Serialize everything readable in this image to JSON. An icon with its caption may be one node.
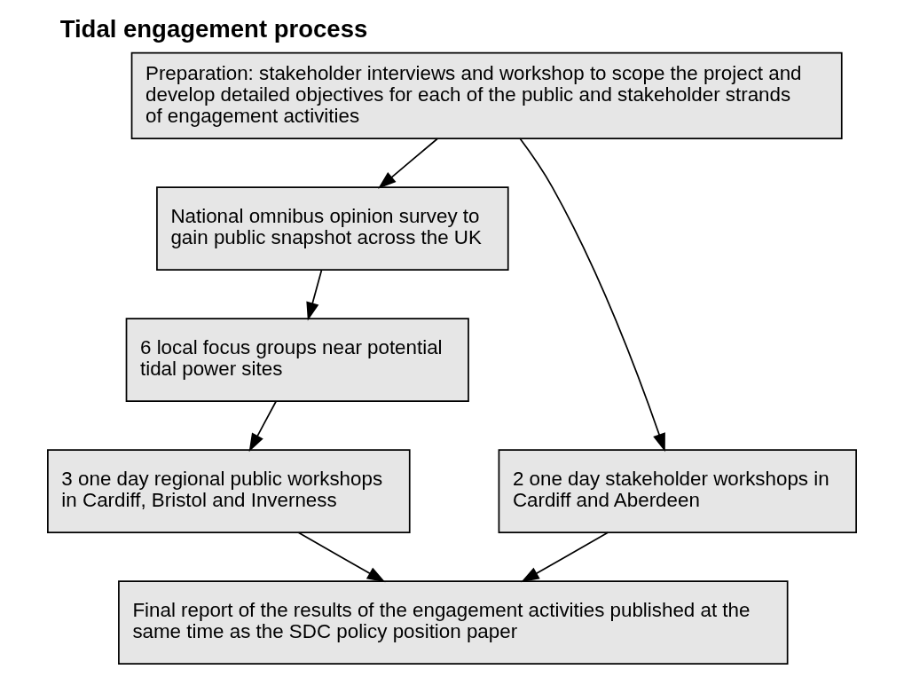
{
  "diagram": {
    "title": "Tidal engagement process",
    "nodes": [
      {
        "text": [
          "Preparation: stakeholder interviews and workshop to scope the project and develop detailed objectives for each of the public and stakeholder strands of engagement activities"
        ]
      },
      {
        "text": [
          "National omnibus opinion survey to gain public snapshot across the UK"
        ]
      },
      {
        "text": [
          "6 local focus groups near potential tidal power sites"
        ]
      },
      {
        "text": [
          "3 one day regional public workshops in Cardiff, Bristol and Inverness"
        ]
      },
      {
        "text": [
          "2 one day stakeholder workshops in Cardiff and Aberdeen"
        ]
      },
      {
        "text": [
          "Final report of the results of the engagement activities published at the same time as the SDC policy position paper"
        ]
      }
    ],
    "edges": [
      {
        "from": 0,
        "to": 1,
        "arrow": "to"
      },
      {
        "from": 1,
        "to": 2,
        "arrow": "to"
      },
      {
        "from": 2,
        "to": 3,
        "arrow": "to"
      },
      {
        "from": 0,
        "to": 4,
        "arrow": "to"
      },
      {
        "from": 3,
        "to": 5,
        "arrow": "to"
      },
      {
        "from": 4,
        "to": 5,
        "arrow": "to"
      }
    ]
  }
}
